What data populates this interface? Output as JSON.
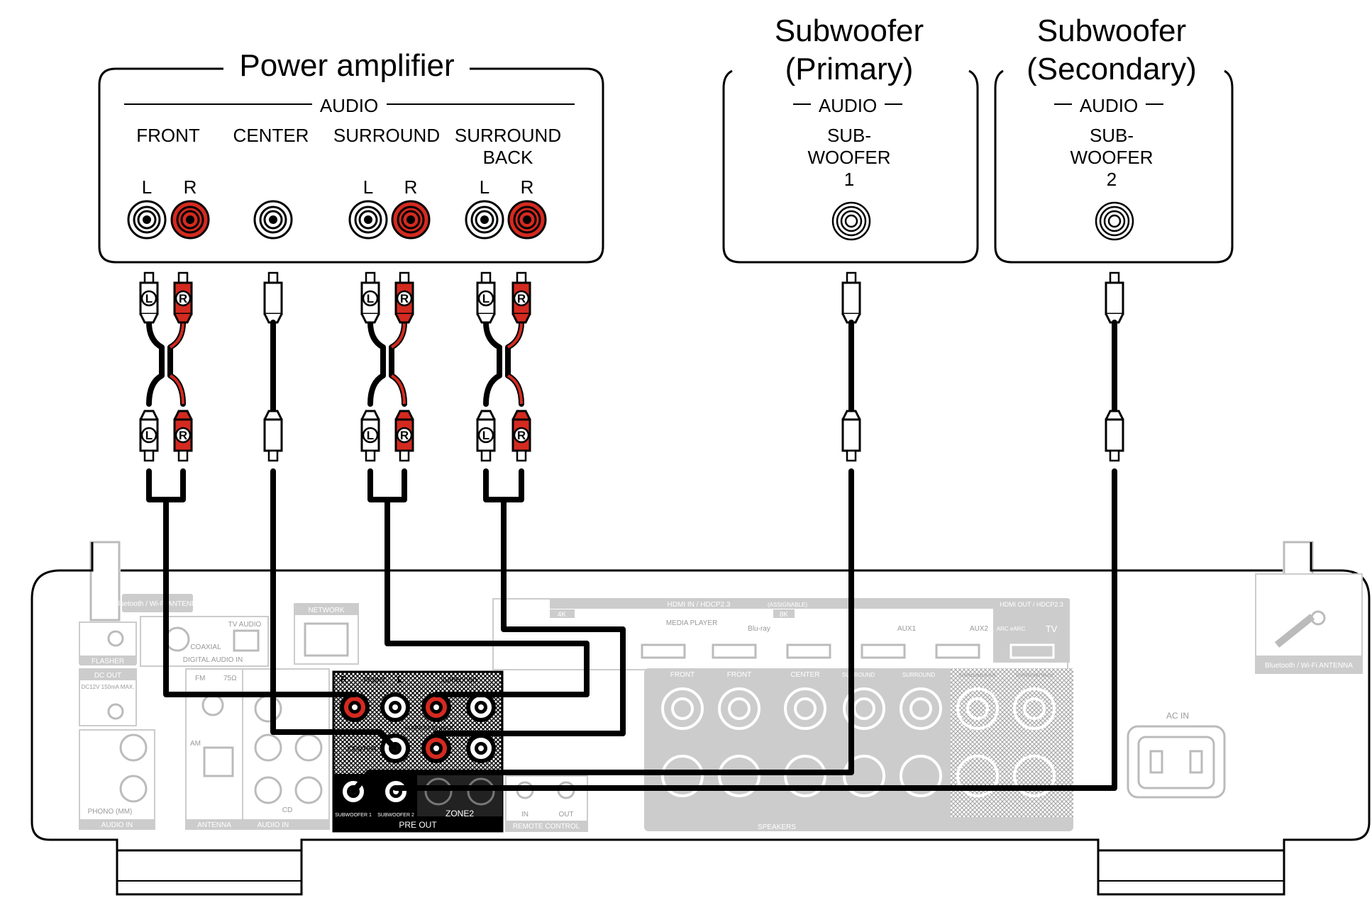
{
  "power_amplifier": {
    "title": "Power amplifier",
    "section": "AUDIO",
    "channels": [
      "FRONT",
      "CENTER",
      "SURROUND",
      "SURROUND",
      "BACK"
    ],
    "left": "L",
    "right": "R"
  },
  "subwoofer_primary": {
    "title_line1": "Subwoofer",
    "title_line2": "(Primary)",
    "section": "AUDIO",
    "jack_line1": "SUB-",
    "jack_line2": "WOOFER",
    "jack_line3": "1"
  },
  "subwoofer_secondary": {
    "title_line1": "Subwoofer",
    "title_line2": "(Secondary)",
    "section": "AUDIO",
    "jack_line1": "SUB-",
    "jack_line2": "WOOFER",
    "jack_line3": "2"
  },
  "plugs": {
    "left": "L",
    "right": "R"
  },
  "receiver": {
    "network": "NETWORK",
    "hdmi_in": "HDMI IN / HDCP2.3",
    "assignable": "(ASSIGNABLE)",
    "hdmi_out": "HDMI OUT / HDCP2.3",
    "tv": "TV",
    "media_player": "MEDIA PLAYER",
    "bluray": "Blu-ray",
    "aux1": "AUX1",
    "aux2": "AUX2",
    "badge_4k": "4K",
    "badge_8k": "8K",
    "arc": "ARC eARC",
    "bt_antenna_left": "Bluetooth / Wi-Fi ANTENNA",
    "bt_antenna_right": "Bluetooth / Wi-Fi ANTENNA",
    "flasher": "FLASHER",
    "dc_out": "DC OUT",
    "dc_spec": "DC12V 150mA MAX.",
    "digital_audio_in": "DIGITAL AUDIO IN",
    "coaxial": "COAXIAL",
    "tv_audio": "TV AUDIO",
    "fm": "FM",
    "am": "AM",
    "ohm": "75Ω",
    "phono": "PHONO (MM)",
    "audio_in": "AUDIO IN",
    "antenna": "ANTENNA",
    "audio_in_assignable": "AUDIO IN",
    "cd": "CD",
    "pre_out": "PRE OUT",
    "zone2": "ZONE2",
    "remote_control": "REMOTE CONTROL",
    "in": "IN",
    "out": "OUT",
    "ac_in": "AC IN",
    "speakers": "SPEAKERS",
    "sp_front_r": "FRONT",
    "sp_front_l": "FRONT",
    "sp_center": "CENTER",
    "sp_surround_r": "SURROUND",
    "sp_surround_l": "SURROUND",
    "sp_sback_r": "SURROUND BACK",
    "sp_sback_l": "SURROUND BACK",
    "pre_front": "FRONT",
    "pre_surround": "SURROUND",
    "pre_center": "CENTER",
    "pre_sback": "SURROUND BACK",
    "pre_sw1": "SUBWOOFER 1",
    "pre_sw2": "SUBWOOFER 2",
    "pre_r": "R",
    "pre_l": "L"
  },
  "colors": {
    "red_jack": "#d42a20",
    "outline": "#000000",
    "faded": "#bdbdbd",
    "cable": "#000000"
  }
}
